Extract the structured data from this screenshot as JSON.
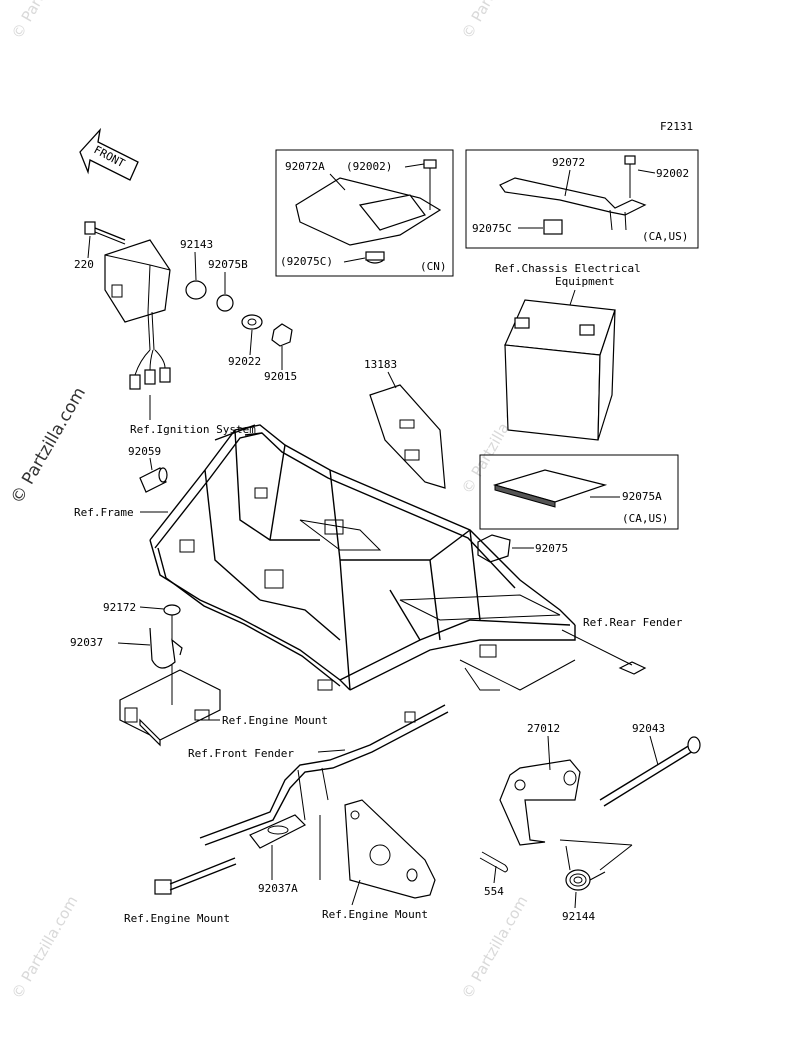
{
  "figure_code": "F2131",
  "front_label": "FRONT",
  "watermark": "© Partzilla.com",
  "parts": {
    "p220": "220",
    "p92143": "92143",
    "p92075B": "92075B",
    "p92022": "92022",
    "p92015": "92015",
    "p92072A": "92072A",
    "p92002_paren": "(92002)",
    "p92075C_paren": "(92075C)",
    "p92072": "92072",
    "p92002": "92002",
    "p92075C": "92075C",
    "p13183": "13183",
    "p92075A": "92075A",
    "p92075": "92075",
    "p92059": "92059",
    "p92172": "92172",
    "p92037": "92037",
    "p27012": "27012",
    "p92043": "92043",
    "p554": "554",
    "p92144": "92144",
    "p92037A": "92037A"
  },
  "regions": {
    "cn": "(CN)",
    "ca_us_1": "(CA,US)",
    "ca_us_2": "(CA,US)"
  },
  "refs": {
    "chassis_line1": "Ref.Chassis Electrical",
    "chassis_line2": "Equipment",
    "ignition": "Ref.Ignition System",
    "frame": "Ref.Frame",
    "rear_fender": "Ref.Rear Fender",
    "engine_mount_1": "Ref.Engine Mount",
    "front_fender": "Ref.Front Fender",
    "engine_mount_2": "Ref.Engine Mount",
    "engine_mount_3": "Ref.Engine Mount"
  }
}
